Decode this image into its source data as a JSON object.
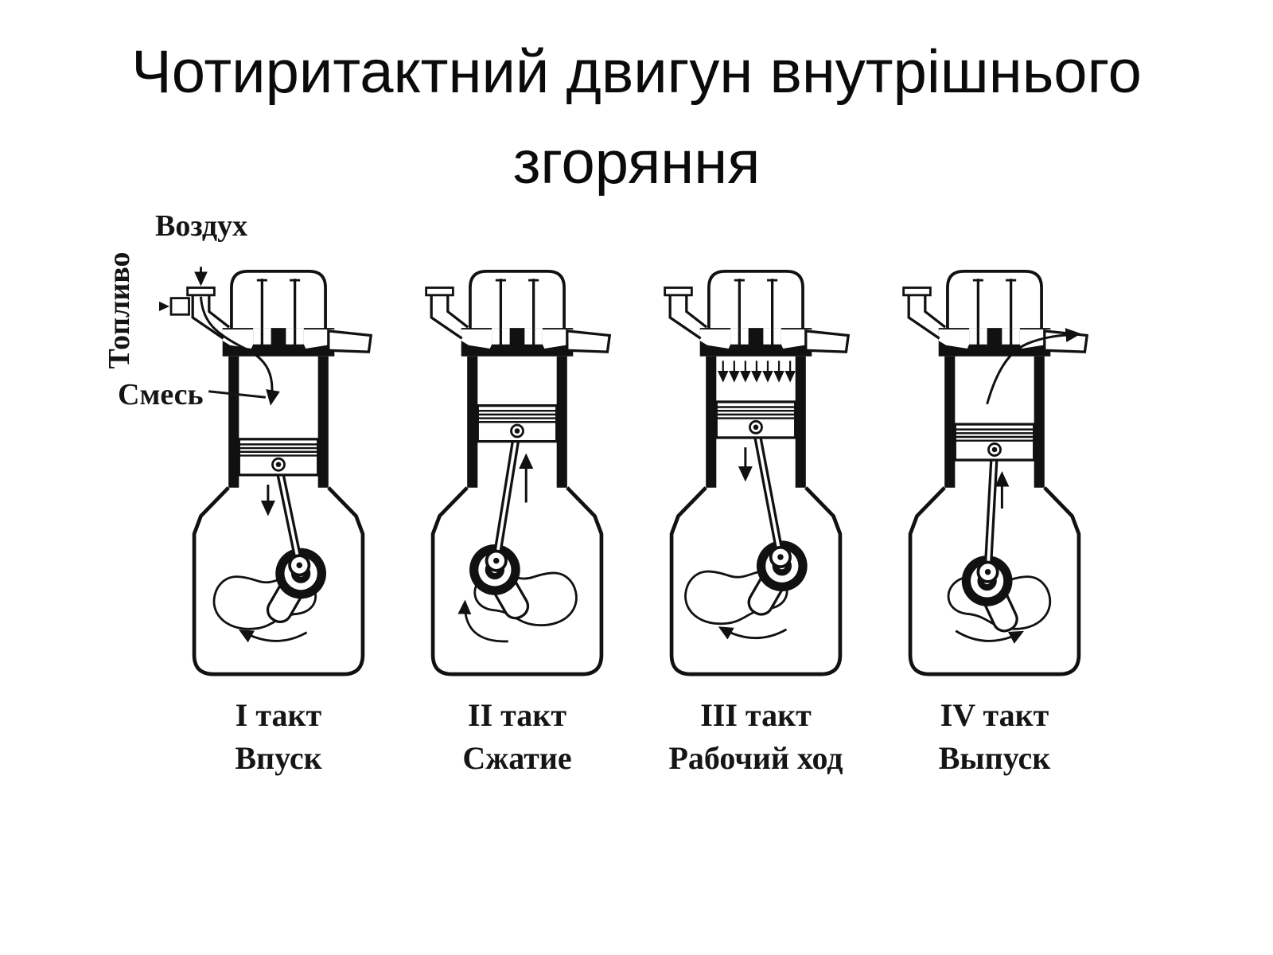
{
  "title": "Чотиритактний двигун внутрішнього згоряння",
  "labels": {
    "air": "Воздух",
    "fuel": "Топливо",
    "mixture": "Смесь"
  },
  "strokes": [
    {
      "takt": "I такт",
      "name": "Впуск"
    },
    {
      "takt": "II такт",
      "name": "Сжатие"
    },
    {
      "takt": "III такт",
      "name": "Рабочий ход"
    },
    {
      "takt": "IV такт",
      "name": "Выпуск"
    }
  ]
}
